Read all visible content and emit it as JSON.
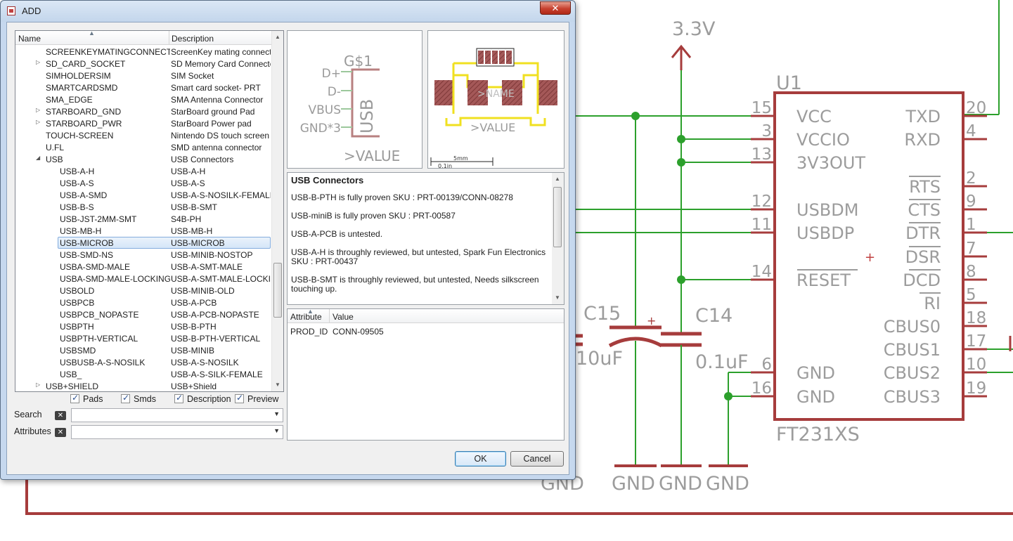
{
  "window": {
    "title": "ADD",
    "close_glyph": "✕"
  },
  "tree": {
    "columns": {
      "name": "Name",
      "description": "Description"
    },
    "rows": [
      {
        "name": "SCREENKEYMATINGCONNECTOR",
        "desc": "ScreenKey mating connector",
        "level": 1,
        "expander": ""
      },
      {
        "name": "SD_CARD_SOCKET",
        "desc": "SD Memory Card Connector",
        "level": 1,
        "expander": "▷"
      },
      {
        "name": "SIMHOLDERSIM",
        "desc": "SIM Socket",
        "level": 1,
        "expander": ""
      },
      {
        "name": "SMARTCARDSMD",
        "desc": "Smart card socket- PRT",
        "level": 1,
        "expander": ""
      },
      {
        "name": "SMA_EDGE",
        "desc": "SMA Antenna Connector",
        "level": 1,
        "expander": ""
      },
      {
        "name": "STARBOARD_GND",
        "desc": "StarBoard ground Pad",
        "level": 1,
        "expander": "▷"
      },
      {
        "name": "STARBOARD_PWR",
        "desc": "StarBoard Power pad",
        "level": 1,
        "expander": "▷"
      },
      {
        "name": "TOUCH-SCREEN",
        "desc": "Nintendo DS touch screen",
        "level": 1,
        "expander": ""
      },
      {
        "name": "U.FL",
        "desc": "SMD antenna connector",
        "level": 1,
        "expander": ""
      },
      {
        "name": "USB",
        "desc": "USB Connectors",
        "level": 1,
        "expander": "◢"
      },
      {
        "name": "USB-A-H",
        "desc": "USB-A-H",
        "level": 2,
        "expander": ""
      },
      {
        "name": "USB-A-S",
        "desc": "USB-A-S",
        "level": 2,
        "expander": ""
      },
      {
        "name": "USB-A-SMD",
        "desc": "USB-A-S-NOSILK-FEMALE",
        "level": 2,
        "expander": ""
      },
      {
        "name": "USB-B-S",
        "desc": "USB-B-SMT",
        "level": 2,
        "expander": ""
      },
      {
        "name": "USB-JST-2MM-SMT",
        "desc": "S4B-PH",
        "level": 2,
        "expander": ""
      },
      {
        "name": "USB-MB-H",
        "desc": "USB-MB-H",
        "level": 2,
        "expander": ""
      },
      {
        "name": "USB-MICROB",
        "desc": "USB-MICROB",
        "level": 2,
        "expander": "",
        "selected": true
      },
      {
        "name": "USB-SMD-NS",
        "desc": "USB-MINIB-NOSTOP",
        "level": 2,
        "expander": ""
      },
      {
        "name": "USBA-SMD-MALE",
        "desc": "USB-A-SMT-MALE",
        "level": 2,
        "expander": ""
      },
      {
        "name": "USBA-SMD-MALE-LOCKING",
        "desc": "USB-A-SMT-MALE-LOCKING",
        "level": 2,
        "expander": ""
      },
      {
        "name": "USBOLD",
        "desc": "USB-MINIB-OLD",
        "level": 2,
        "expander": ""
      },
      {
        "name": "USBPCB",
        "desc": "USB-A-PCB",
        "level": 2,
        "expander": ""
      },
      {
        "name": "USBPCB_NOPASTE",
        "desc": "USB-A-PCB-NOPASTE",
        "level": 2,
        "expander": ""
      },
      {
        "name": "USBPTH",
        "desc": "USB-B-PTH",
        "level": 2,
        "expander": ""
      },
      {
        "name": "USBPTH-VERTICAL",
        "desc": "USB-B-PTH-VERTICAL",
        "level": 2,
        "expander": ""
      },
      {
        "name": "USBSMD",
        "desc": "USB-MINIB",
        "level": 2,
        "expander": ""
      },
      {
        "name": "USBUSB-A-S-NOSILK",
        "desc": "USB-A-S-NOSILK",
        "level": 2,
        "expander": ""
      },
      {
        "name": "USB_",
        "desc": "USB-A-S-SILK-FEMALE",
        "level": 2,
        "expander": ""
      },
      {
        "name": "USB+SHIELD",
        "desc": "USB+Shield",
        "level": 1,
        "expander": "▷"
      }
    ]
  },
  "filters": {
    "pads": "Pads",
    "smds": "Smds",
    "description": "Description",
    "preview": "Preview"
  },
  "search": {
    "label": "Search",
    "value": ""
  },
  "attributes_filter": {
    "label": "Attributes",
    "value": ""
  },
  "symbol_preview": {
    "name": "G$1",
    "body_label": "USB",
    "pins": [
      "D+",
      "D-",
      "VBUS",
      "GND*3"
    ],
    "value_label": ">VALUE"
  },
  "package_preview": {
    "name_label": ">NAME",
    "value_label": ">VALUE",
    "scale_mm": "5mm",
    "scale_in": "0.1in"
  },
  "description": {
    "title": "USB Connectors",
    "paragraphs": [
      "USB-B-PTH is fully proven SKU : PRT-00139/CONN-08278",
      "USB-miniB is fully proven SKU : PRT-00587",
      "USB-A-PCB is untested.",
      "USB-A-H is throughly reviewed, but untested, Spark Fun Electronics SKU : PRT-00437",
      "USB-B-SMT is throughly reviewed, but untested, Needs silkscreen touching up."
    ]
  },
  "attributes_table": {
    "columns": {
      "attribute": "Attribute",
      "value": "Value"
    },
    "rows": [
      {
        "attribute": "PROD_ID",
        "value": "CONN-09505"
      }
    ]
  },
  "buttons": {
    "ok": "OK",
    "cancel": "Cancel"
  },
  "schematic": {
    "supply_label": "3.3V",
    "ic": {
      "ref": "U1",
      "part": "FT231XS",
      "left_pins": [
        {
          "num": "15",
          "name": "VCC"
        },
        {
          "num": "3",
          "name": "VCCIO"
        },
        {
          "num": "13",
          "name": "3V3OUT"
        },
        {
          "num": "12",
          "name": "USBDM"
        },
        {
          "num": "11",
          "name": "USBDP"
        },
        {
          "num": "14",
          "name": "RESET"
        },
        {
          "num": "6",
          "name": "GND"
        },
        {
          "num": "16",
          "name": "GND"
        }
      ],
      "right_pins": [
        {
          "num": "20",
          "name": "TXD"
        },
        {
          "num": "4",
          "name": "RXD"
        },
        {
          "num": "2",
          "name": "RTS"
        },
        {
          "num": "9",
          "name": "CTS"
        },
        {
          "num": "1",
          "name": "DTR"
        },
        {
          "num": "7",
          "name": "DSR"
        },
        {
          "num": "8",
          "name": "DCD"
        },
        {
          "num": "5",
          "name": "RI"
        },
        {
          "num": "18",
          "name": "CBUS0"
        },
        {
          "num": "17",
          "name": "CBUS1"
        },
        {
          "num": "10",
          "name": "CBUS2"
        },
        {
          "num": "19",
          "name": "CBUS3"
        }
      ]
    },
    "c15": {
      "ref": "C15",
      "value": "10uF"
    },
    "c14": {
      "ref": "C14",
      "value": "0.1uF"
    },
    "gnd_labels": [
      "GND",
      "GND",
      "GND",
      "GND"
    ],
    "colors": {
      "wire": "#2ca02c",
      "part": "#a63c3c",
      "label": "#9c9c9c"
    }
  }
}
